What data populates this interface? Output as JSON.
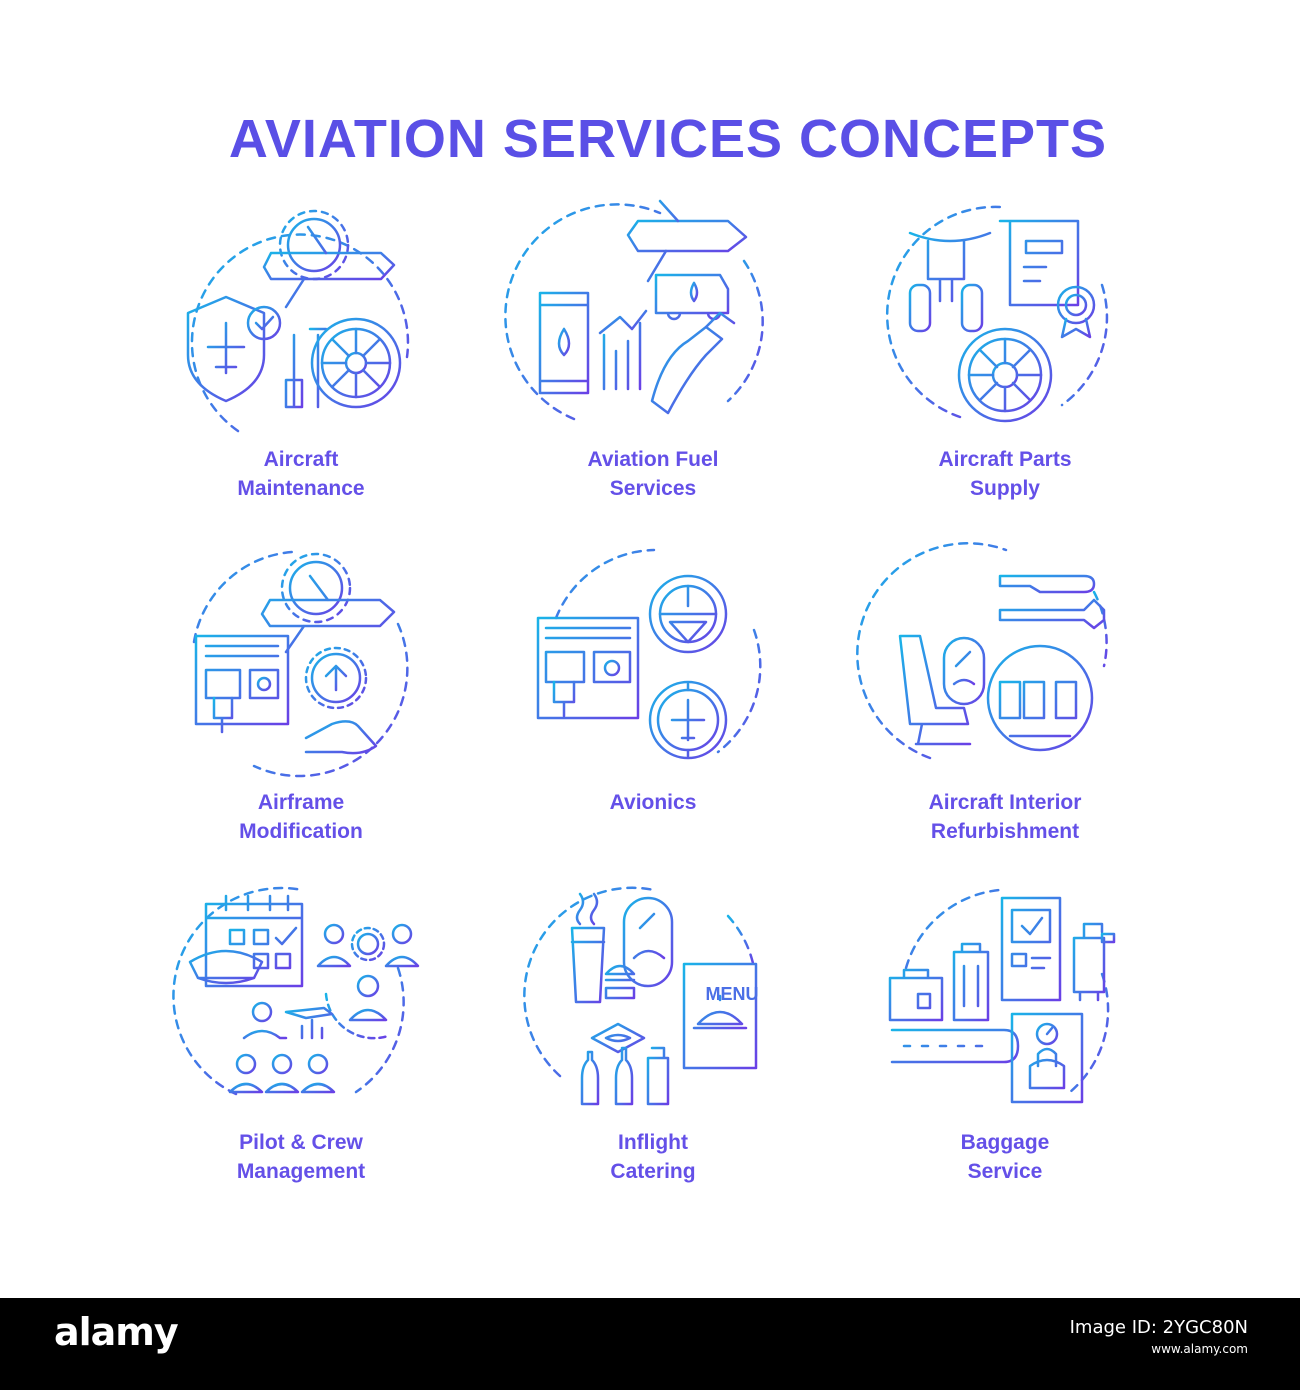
{
  "header": {
    "title": "AVIATION SERVICES CONCEPTS"
  },
  "colors": {
    "gradient_start": "#19b4e8",
    "gradient_end": "#6a3fe6",
    "label": "#6450e8"
  },
  "concepts": [
    {
      "line1": "Aircraft",
      "line2": "Maintenance",
      "icon": "maintenance-icon"
    },
    {
      "line1": "Aviation Fuel",
      "line2": "Services",
      "icon": "fuel-icon"
    },
    {
      "line1": "Aircraft Parts",
      "line2": "Supply",
      "icon": "parts-icon"
    },
    {
      "line1": "Airframe",
      "line2": "Modification",
      "icon": "airframe-icon"
    },
    {
      "line1": "Avionics",
      "line2": "",
      "icon": "avionics-icon"
    },
    {
      "line1": "Aircraft Interior",
      "line2": "Refurbishment",
      "icon": "interior-icon"
    },
    {
      "line1": "Pilot & Crew",
      "line2": "Management",
      "icon": "crew-icon"
    },
    {
      "line1": "Inflight",
      "line2": "Catering",
      "icon": "catering-icon"
    },
    {
      "line1": "Baggage",
      "line2": "Service",
      "icon": "baggage-icon"
    }
  ],
  "menu_text": "MENU",
  "footer": {
    "logo": "alamy",
    "image_id_label": "Image ID: 2YGC80N",
    "site": "www.alamy.com"
  }
}
